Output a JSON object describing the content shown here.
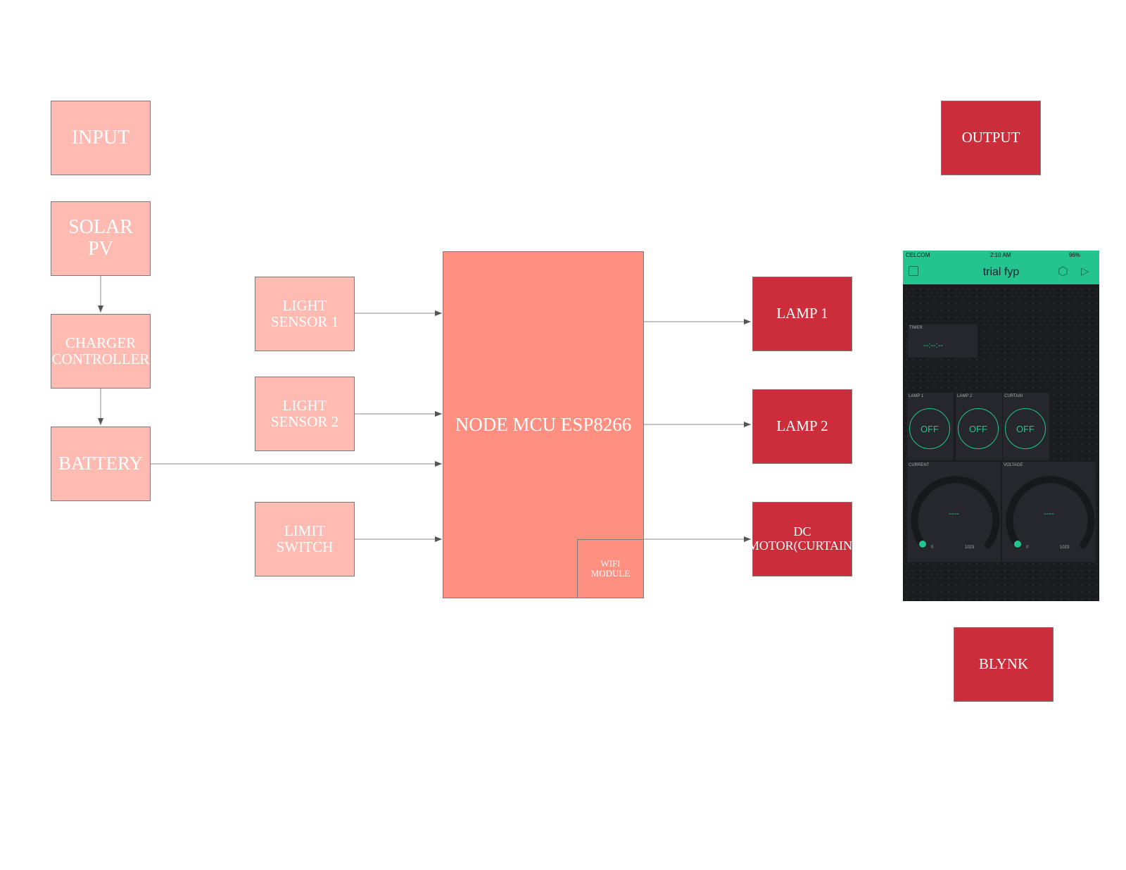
{
  "colors": {
    "input": "#ffbbb2",
    "mcu": "#ff8f80",
    "output": "#cc2d3a",
    "blynk_green": "#23c48e"
  },
  "labels": {
    "input": "INPUT",
    "output": "OUTPUT",
    "blynk": "BLYNK"
  },
  "inputs": {
    "solar": "SOLAR\nPV",
    "charger": "CHARGER\nCONTROLLER",
    "battery": "BATTERY",
    "ls1": "LIGHT\nSENSOR 1",
    "ls2": "LIGHT\nSENSOR 2",
    "limit": "LIMIT\nSWITCH"
  },
  "mcu": {
    "title": "NODE MCU ESP8266",
    "wifi": "WIFI\nMODULE"
  },
  "outputs": {
    "lamp1": "LAMP 1",
    "lamp2": "LAMP 2",
    "motor": "DC\nMOTOR(CURTAIN)"
  },
  "phone": {
    "carrier": "CELCOM",
    "time": "2:10 AM",
    "battery": "96%",
    "title": "trial fyp",
    "timer": {
      "label": "TIMER",
      "value": "--:--:--"
    },
    "buttons": [
      {
        "label": "LAMP 1",
        "state": "OFF"
      },
      {
        "label": "LAMP 2",
        "state": "OFF"
      },
      {
        "label": "CURTAIN",
        "state": "OFF"
      }
    ],
    "gauges": [
      {
        "label": "CURRENT",
        "value": "----",
        "min": "0",
        "max": "1023"
      },
      {
        "label": "VOLTAGE",
        "value": "----",
        "min": "0",
        "max": "1023"
      }
    ]
  }
}
